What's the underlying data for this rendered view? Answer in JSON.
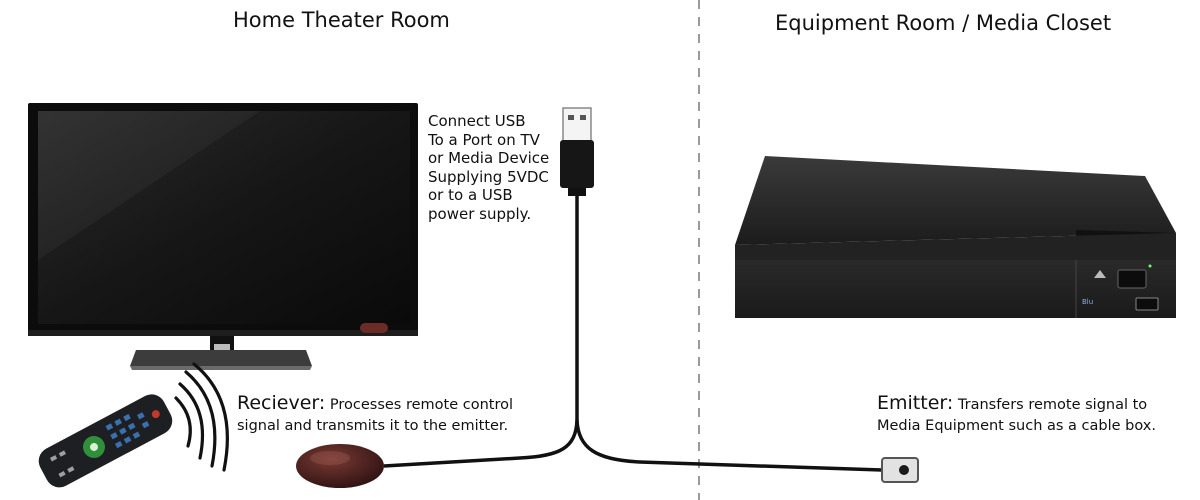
{
  "titles": {
    "left": "Home Theater Room",
    "right": "Equipment Room / Media Closet"
  },
  "usb_note": {
    "lines": [
      "Connect USB",
      "To a Port on TV",
      "or Media Device",
      "Supplying 5VDC",
      "or to a USB",
      "power supply."
    ]
  },
  "receiver": {
    "heading": "Reciever:",
    "text": "Processes remote control signal and transmits it to the emitter."
  },
  "emitter": {
    "heading": "Emitter:",
    "text": "Transfers remote signal to Media Equipment such as a cable box."
  },
  "colors": {
    "divider": "#9a9a9a",
    "cable": "#111111",
    "receiver_body": "#4a1f1c",
    "remote_buttons": "#2f8f3a"
  }
}
